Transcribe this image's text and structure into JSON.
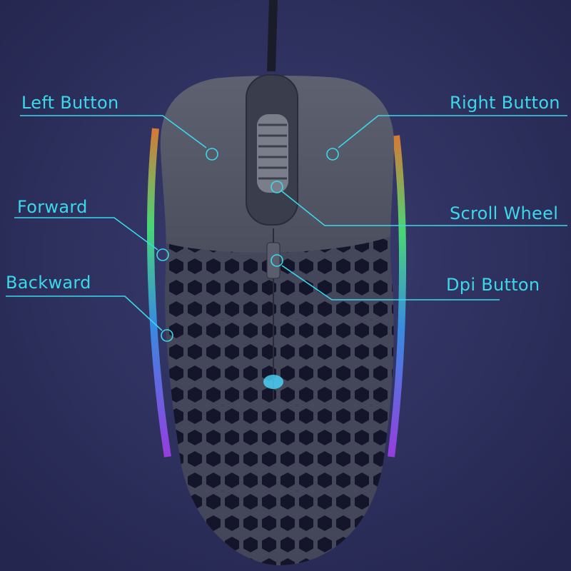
{
  "labels": {
    "left_button": "Left Button",
    "right_button": "Right Button",
    "forward": "Forward",
    "backward": "Backward",
    "scroll_wheel": "Scroll Wheel",
    "dpi_button": "Dpi Button"
  },
  "colors": {
    "background": "#2b2d5c",
    "callout": "#3cd8ea",
    "mouse_shell": "#4a4e5e"
  }
}
